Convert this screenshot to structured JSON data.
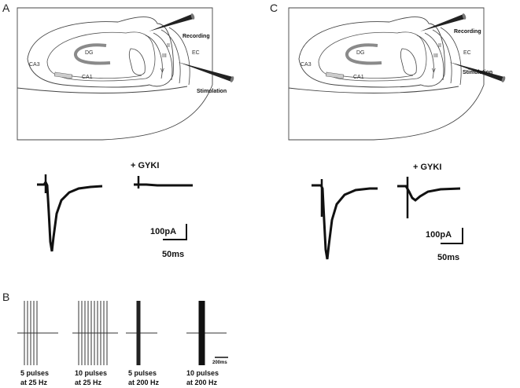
{
  "panels": {
    "a": {
      "letter": "A",
      "drug_label": "+ GYKI",
      "scale_current": "100pA",
      "scale_time": "50ms"
    },
    "b": {
      "letter": "B"
    },
    "c": {
      "letter": "C",
      "drug_label": "+ GYKI",
      "scale_current": "100pA",
      "scale_time": "50ms"
    }
  },
  "slice_labels": {
    "dg": "DG",
    "ca3": "CA3",
    "ca1": "CA1",
    "ec": "EC",
    "layer_ii": "II",
    "layer_iii": "III",
    "layer_v": "V",
    "recording": "Recording",
    "stimulation": "Stimulation"
  },
  "trains": [
    {
      "line1": "5 pulses",
      "line2": "at 25 Hz"
    },
    {
      "line1": "10 pulses",
      "line2": "at 25 Hz"
    },
    {
      "line1": "5 pulses",
      "line2": "at 200 Hz"
    },
    {
      "line1": "10 pulses",
      "line2": "at 200 Hz"
    }
  ],
  "train_scale_label": "200ms"
}
